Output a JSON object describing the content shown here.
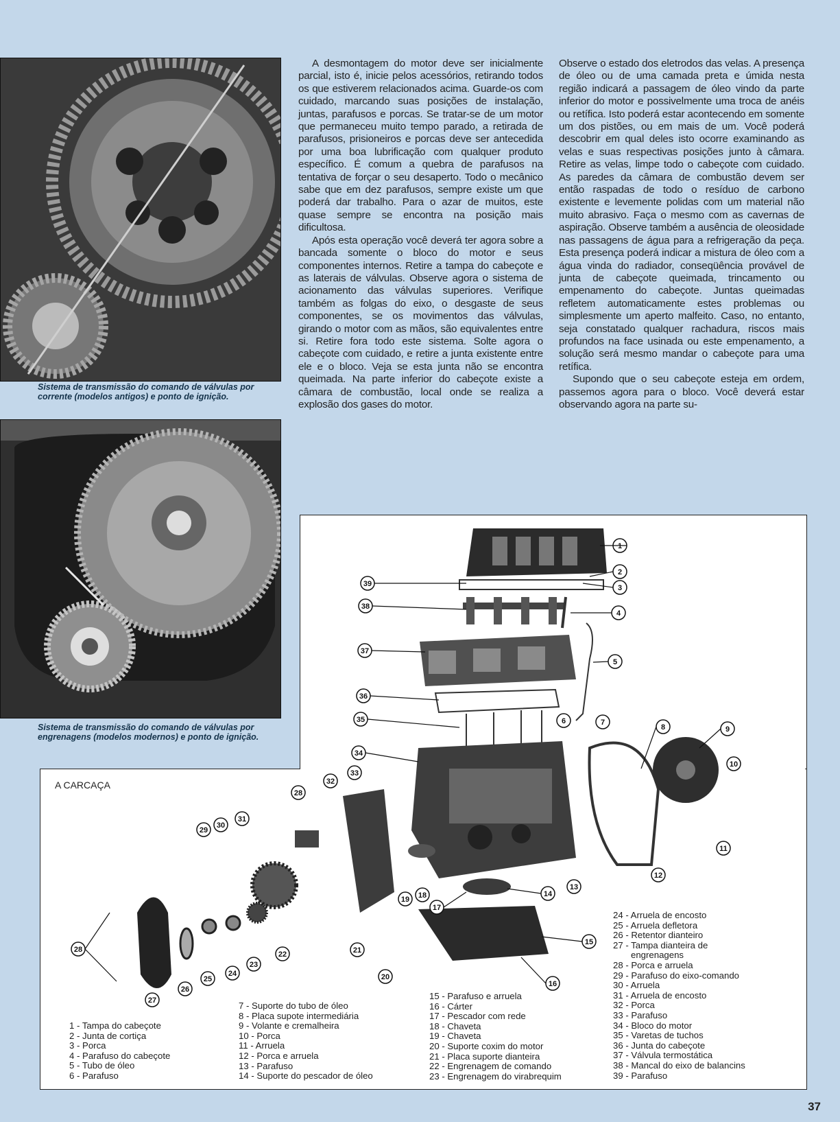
{
  "captions": {
    "chain": "Sistema de transmissão do comando de válvulas por corrente (modelos antigos) e ponto de ignição.",
    "gears": "Sistema de transmissão do comando de válvulas por engrenagens (modelos modernos) e ponto de ignição."
  },
  "article": {
    "col1_p1": "A desmontagem do motor deve ser inicialmente parcial, isto é, inicie pelos acessórios, retirando todos os que estiverem relacionados acima. Guarde-os com cuidado, marcando suas posições de instalação, juntas, parafusos e porcas. Se tratar-se de um motor que permaneceu muito tempo parado, a retirada de parafusos, prisioneiros e porcas deve ser antecedida por uma boa lubrificação com qualquer produto específico. É comum a quebra de parafusos na tentativa de forçar o seu desaperto. Todo o mecânico sabe que em dez parafusos, sempre existe um que poderá dar trabalho. Para o azar de muitos, este quase sempre se encontra na posição mais dificultosa.",
    "col1_p2": "Após esta operação você deverá ter agora sobre a bancada somente o bloco do motor e seus componentes internos. Retire a tampa do cabeçote e as laterais de válvulas. Observe agora o sistema de acionamento das válvulas superiores. Verifique também as folgas do eixo, o desgaste de seus componentes, se os movimentos das válvulas, girando o motor com as mãos, são equivalentes entre si. Retire fora todo este sistema. Solte agora o cabeçote com cuidado, e retire a junta existente entre ele e o bloco. Veja se esta junta não se encontra queimada. Na parte inferior do cabeçote existe a câmara de combustão, local onde se realiza a explosão dos gases do motor.",
    "col2_p1": "Observe o estado dos eletrodos das velas. A presença de óleo ou de uma camada preta e úmida nesta região indicará a passagem de óleo vindo da parte inferior do motor e possivelmente uma troca de anéis ou retífica. Isto poderá estar acontecendo em somente um dos pistões, ou em mais de um. Você poderá descobrir em qual deles isto ocorre examinando as velas e suas respectivas posições junto à câmara. Retire as velas, limpe todo o cabeçote com cuidado. As paredes da câmara de combustão devem ser então raspadas de todo o resíduo de carbono existente e levemente polidas com um material não muito abrasivo. Faça o mesmo com as cavernas de aspiração. Observe também a ausência de oleosidade nas passagens de água para a refrigeração da peça. Esta presença poderá indicar a mistura de óleo com a água vinda do radiador, conseqüência provável de junta de cabeçote queimada, trincamento ou empenamento do cabeçote. Juntas queimadas refletem automaticamente estes problemas ou simplesmente um aperto malfeito. Caso, no entanto, seja constatado qualquer rachadura, riscos mais profundos na face usinada ou este empenamento, a solução será mesmo mandar o cabeçote para uma retífica.",
    "col2_p2": "Supondo que o seu cabeçote esteja em ordem, passemos agora para o bloco. Você deverá estar observando agora na parte su-"
  },
  "diagram": {
    "title": "A CARCAÇA",
    "legend_col1": [
      "1 - Tampa do cabeçote",
      "2 - Junta de cortiça",
      "3 - Porca",
      "4 - Parafuso do cabeçote",
      "5 - Tubo de óleo",
      "6 - Parafuso"
    ],
    "legend_col2": [
      "7 - Suporte do tubo de óleo",
      "8 - Placa supote intermediária",
      "9 - Volante e cremalheira",
      "10 - Porca",
      "11 - Arruela",
      "12 - Porca e arruela",
      "13 - Parafuso",
      "14 - Suporte do pescador de óleo"
    ],
    "legend_col3": [
      "15 - Parafuso e arruela",
      "16 - Cárter",
      "17 - Pescador com rede",
      "18 - Chaveta",
      "19 - Chaveta",
      "20 - Suporte coxim do motor",
      "21 - Placa suporte dianteira",
      "22 - Engrenagem de comando",
      "23 - Engrenagem do virabrequim"
    ],
    "legend_col4": [
      "24 - Arruela de encosto",
      "25 - Arruela defletora",
      "26 - Retentor dianteiro",
      "27 - Tampa dianteira de",
      "engrenagens",
      "28 - Porca e arruela",
      "29 - Parafuso do eixo-comando",
      "30 - Arruela",
      "31 - Arruela de encosto",
      "32 - Porca",
      "33 - Parafuso",
      "34 - Bloco do motor",
      "35 - Varetas de tuchos",
      "36 - Junta do cabeçote",
      "37 - Válvula termostática",
      "38 - Mancal do eixo de balancins",
      "39 - Parafuso"
    ],
    "callouts": [
      "1",
      "2",
      "3",
      "4",
      "5",
      "6",
      "7",
      "8",
      "9",
      "10",
      "11",
      "12",
      "13",
      "14",
      "15",
      "16",
      "17",
      "18",
      "19",
      "20",
      "21",
      "22",
      "23",
      "24",
      "25",
      "26",
      "27",
      "28",
      "29",
      "30",
      "31",
      "32",
      "33",
      "34",
      "35",
      "36",
      "37",
      "38",
      "39"
    ]
  },
  "page_number": "37"
}
